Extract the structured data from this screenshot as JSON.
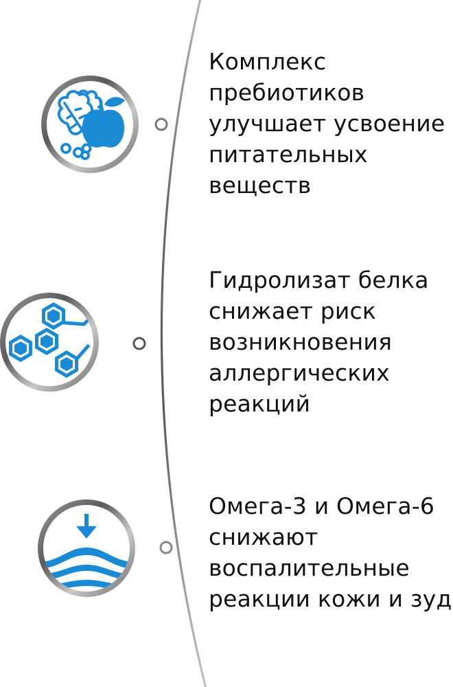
{
  "colors": {
    "accent_blue": "#1a8ad4",
    "ring_gray_dark": "#5e5e5e",
    "ring_gray_light": "#b8b8b8",
    "timeline_gray": "#7a7a7a",
    "text": "#111111",
    "background": "#ffffff"
  },
  "features": [
    {
      "icon": "fruit-vegetable-icon",
      "lines": [
        "Комплекс",
        "пребиотиков",
        "улучшает усвоение",
        "питательных",
        "веществ"
      ]
    },
    {
      "icon": "molecule-icon",
      "lines": [
        "Гидролизат белка",
        "снижает риск",
        "возникновения",
        "аллергических",
        "реакций"
      ]
    },
    {
      "icon": "skin-waves-arrow-icon",
      "lines": [
        "Омега-3 и Омега-6",
        "снижают",
        "воспалительные",
        "реакции кожи и зуд"
      ]
    }
  ]
}
